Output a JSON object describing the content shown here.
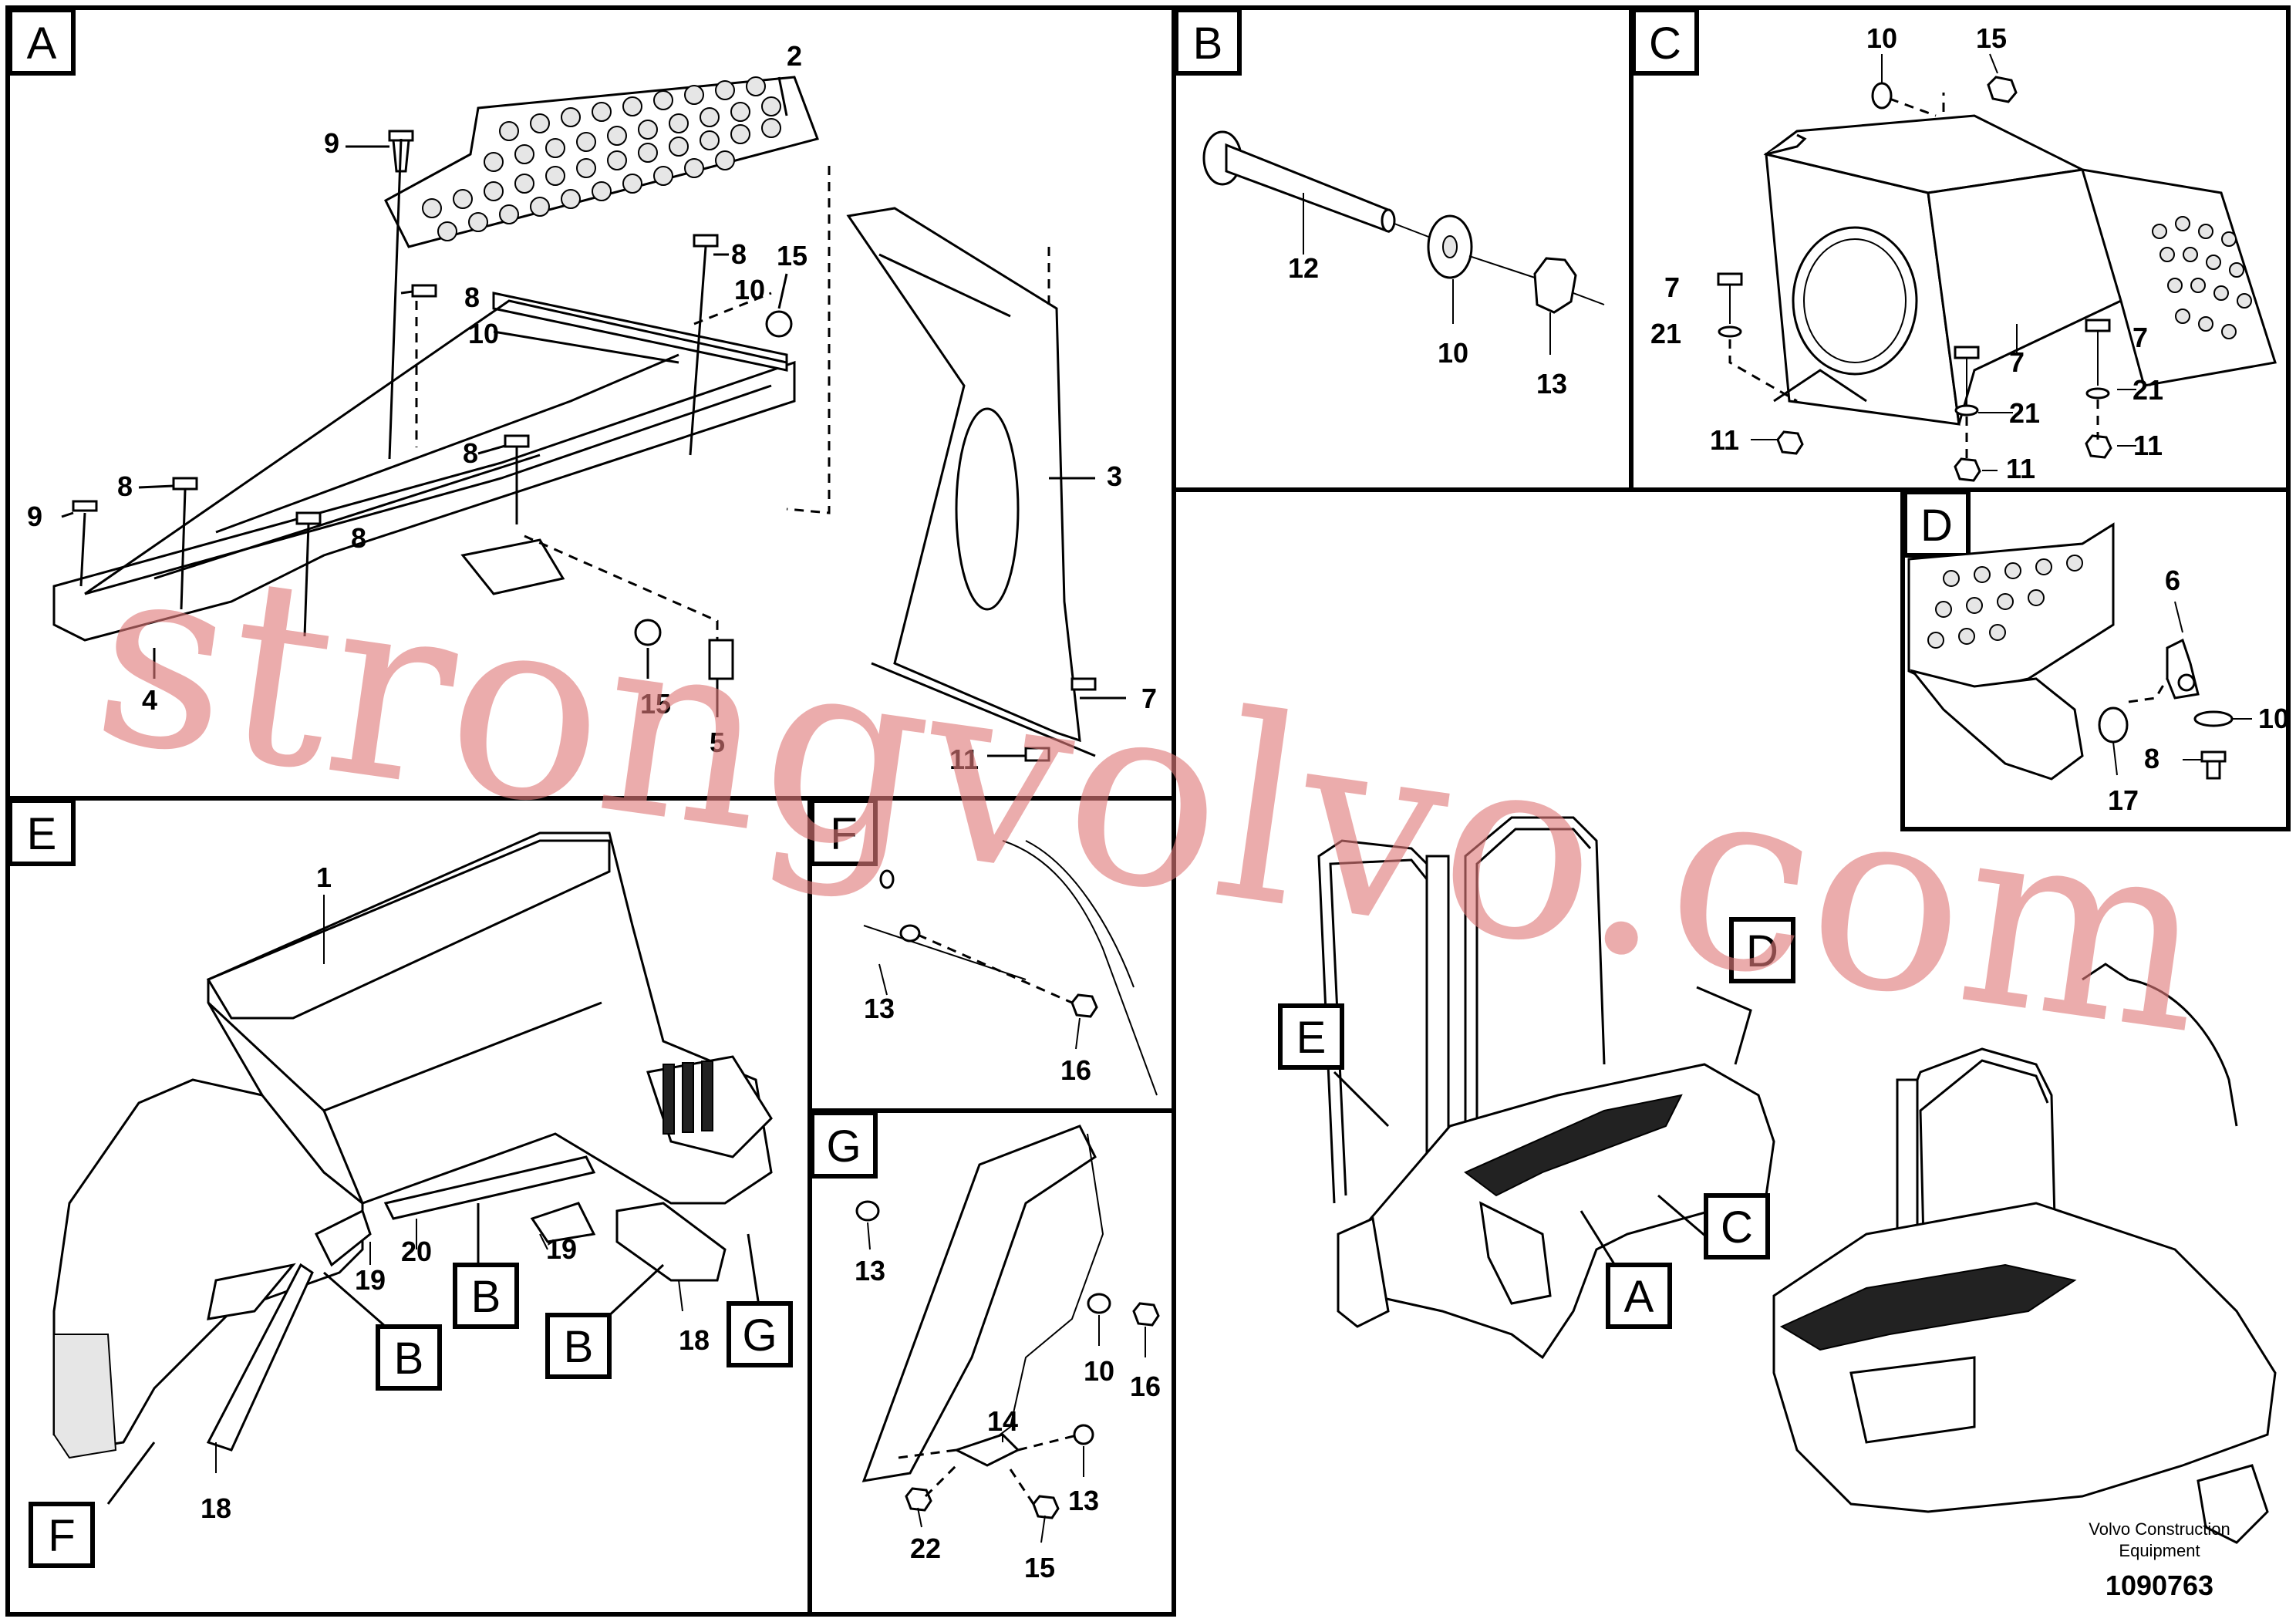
{
  "panels": {
    "A": {
      "letter": "A",
      "labels": [
        "2",
        "9",
        "8",
        "10",
        "8",
        "10",
        "15",
        "8",
        "9",
        "8",
        "8",
        "4",
        "15",
        "5",
        "3",
        "7",
        "11"
      ]
    },
    "B": {
      "letter": "B",
      "labels": [
        "12",
        "10",
        "13"
      ]
    },
    "C": {
      "letter": "C",
      "labels": [
        "10",
        "15",
        "7",
        "21",
        "7",
        "7",
        "21",
        "21",
        "11",
        "11",
        "11"
      ]
    },
    "D": {
      "letter": "D",
      "labels": [
        "6",
        "10",
        "8",
        "17"
      ]
    },
    "E": {
      "letter": "E",
      "labels": [
        "1",
        "19",
        "20",
        "19",
        "18",
        "18"
      ],
      "callouts": [
        "B",
        "B",
        "B",
        "G",
        "F"
      ]
    },
    "F": {
      "letter": "F",
      "labels": [
        "13",
        "16"
      ]
    },
    "G": {
      "letter": "G",
      "labels": [
        "13",
        "10",
        "16",
        "14",
        "13",
        "22",
        "15"
      ]
    },
    "overview": {
      "callouts": [
        "D",
        "E",
        "C",
        "A"
      ]
    }
  },
  "credit": {
    "line1": "Volvo Construction",
    "line2": "Equipment",
    "number": "1090763"
  },
  "watermark": "strongvolvo.com"
}
